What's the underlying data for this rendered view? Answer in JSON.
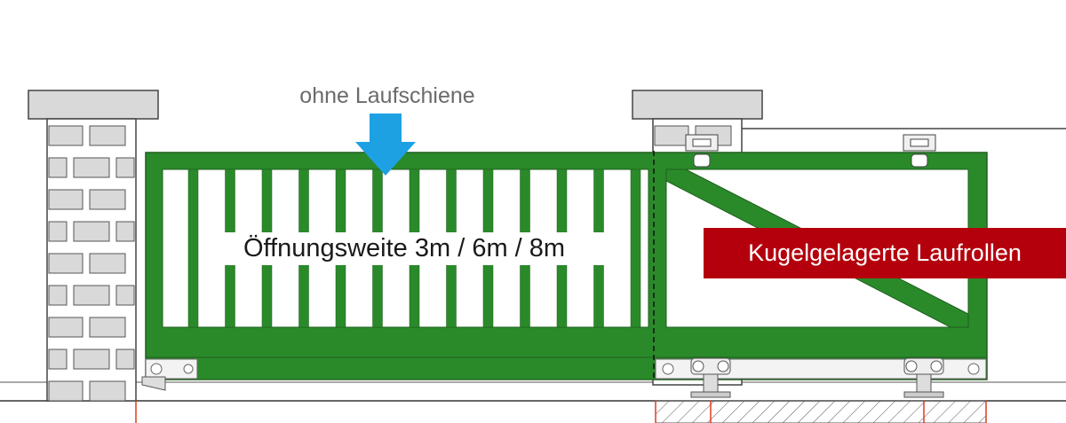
{
  "labels": {
    "rail_note": "ohne Laufschiene",
    "opening_width": "Öffnungsweite 3m / 6m / 8m",
    "bearing_badge": "Kugelgelagerte Laufrollen"
  },
  "colors": {
    "gate_green": "#2a8a2a",
    "arrow_blue": "#1ea1e3",
    "badge_red": "#b4000c",
    "brick_fill": "#d9d9d9",
    "outline": "#4a4a4a"
  }
}
